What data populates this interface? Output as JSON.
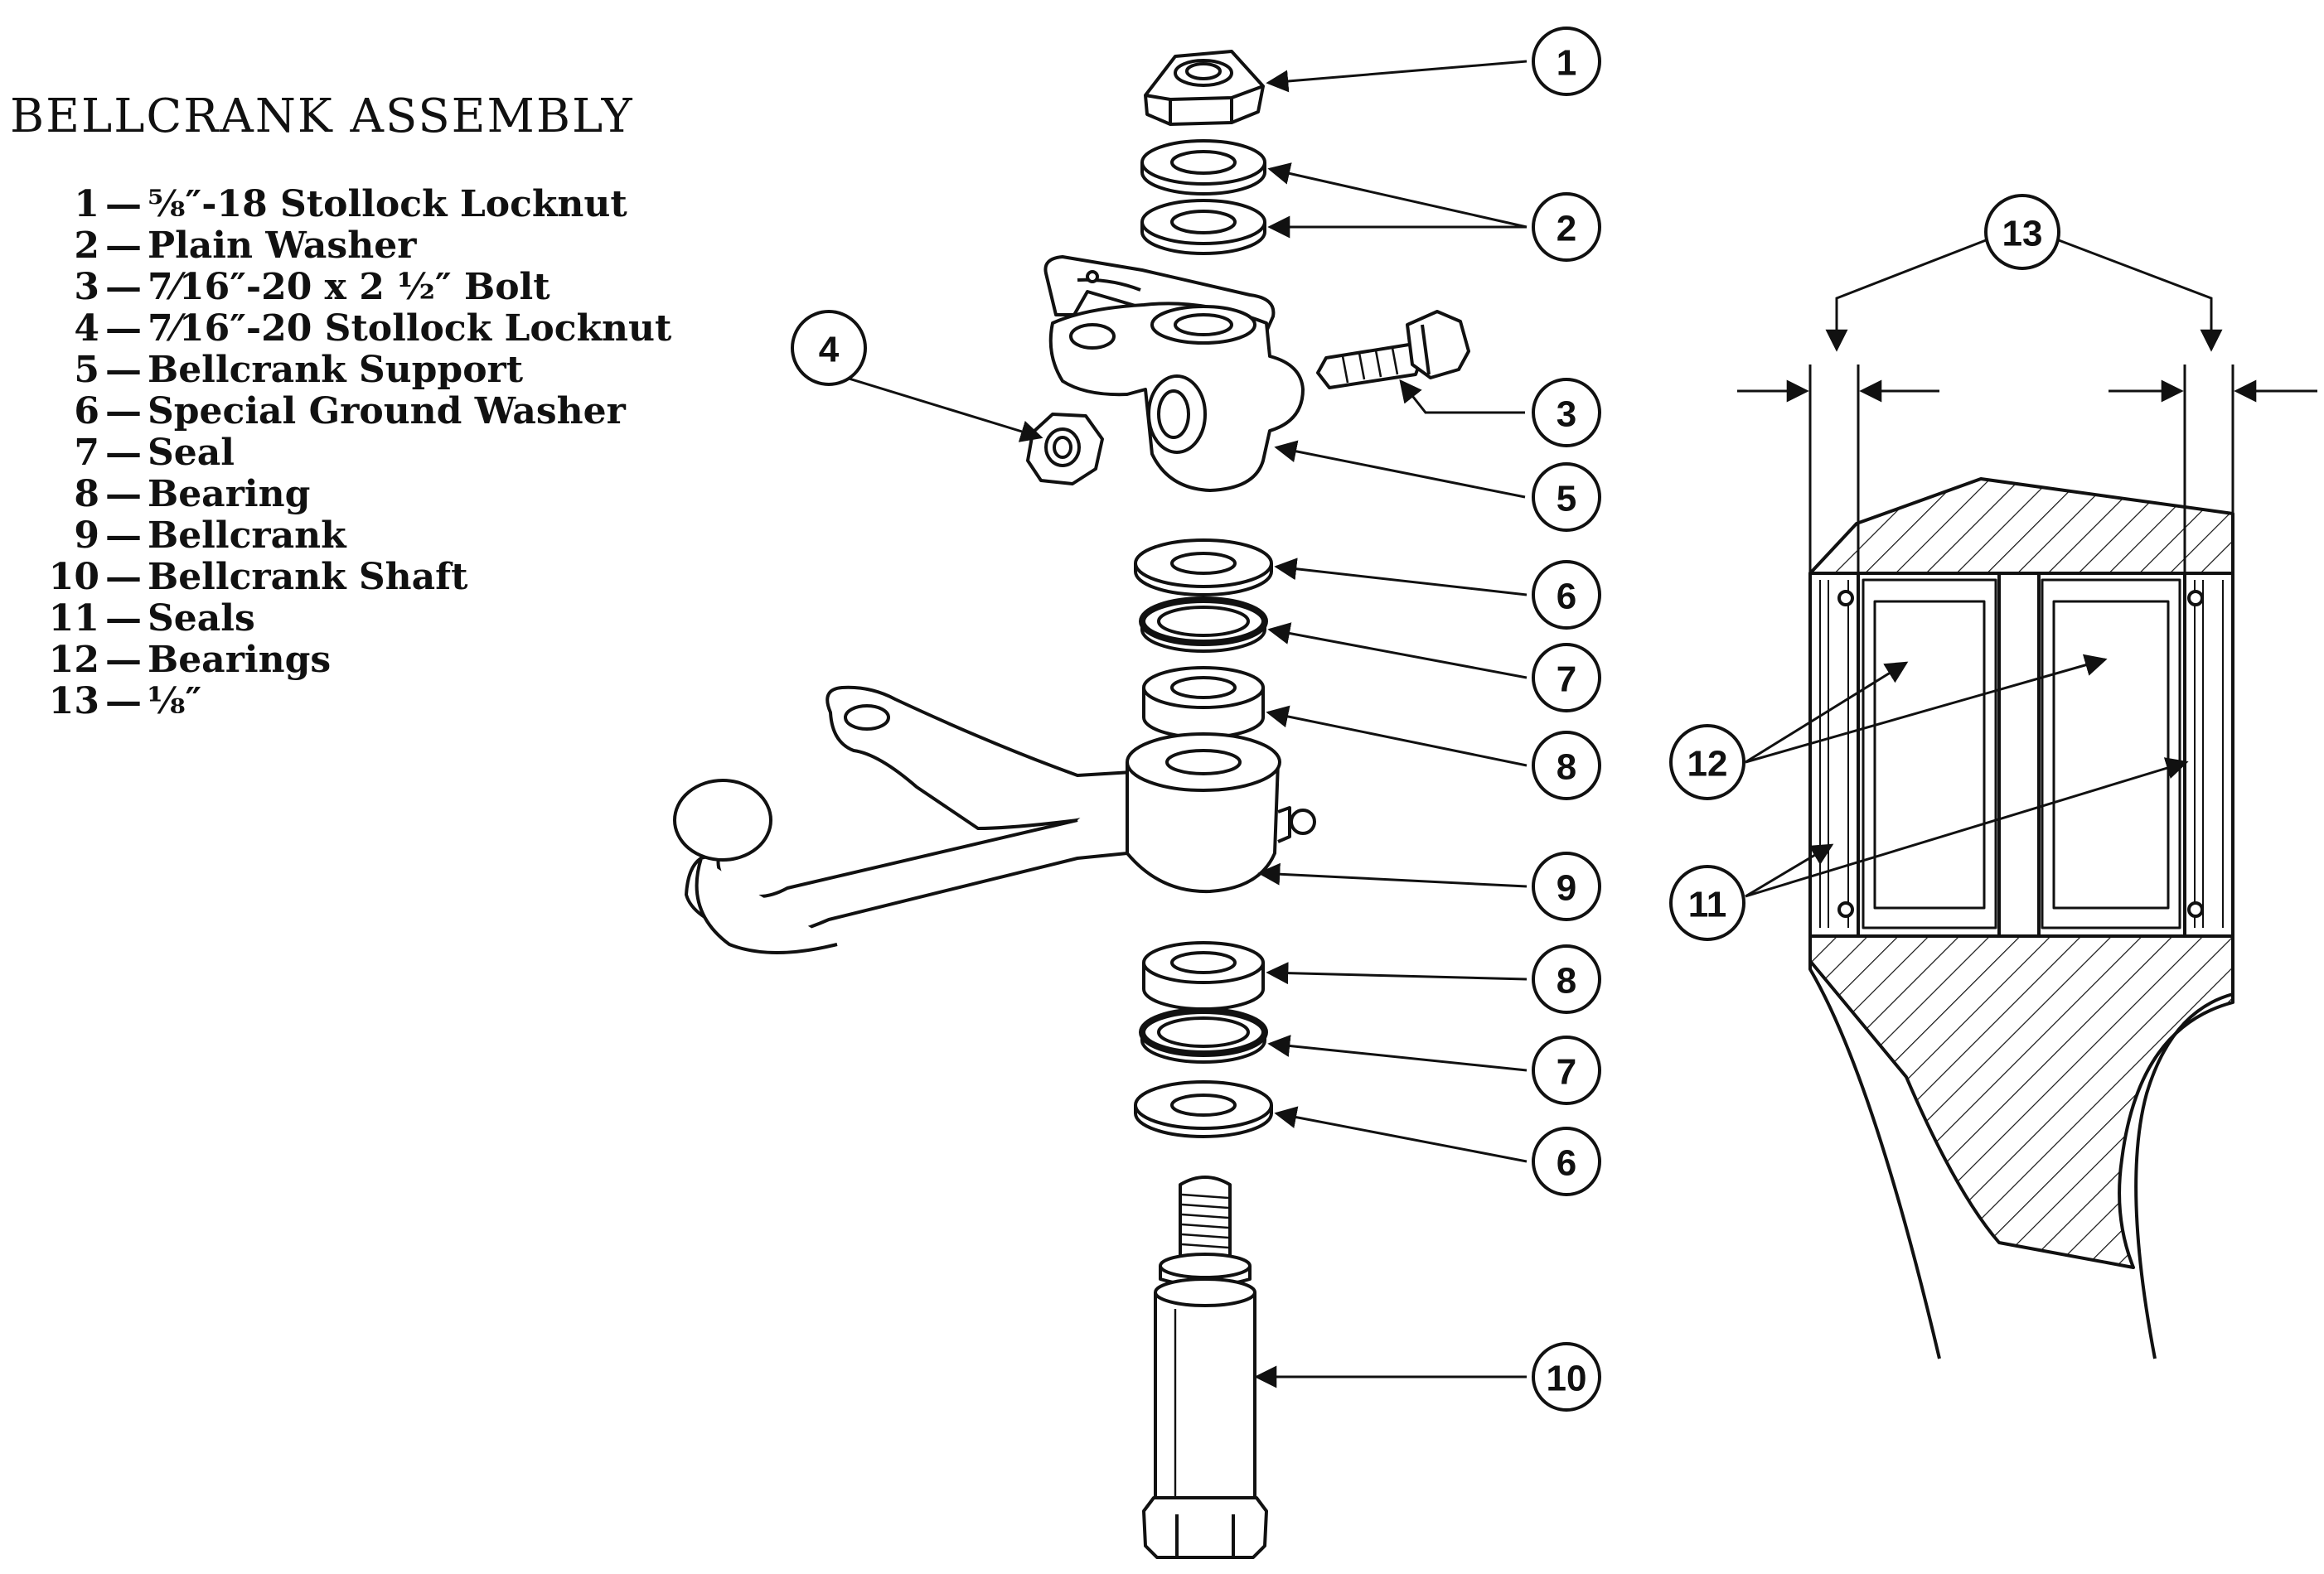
{
  "title": "BELLCRANK ASSEMBLY",
  "parts": [
    {
      "num": "1",
      "text": "⅝″-18 Stollock Locknut"
    },
    {
      "num": "2",
      "text": "Plain Washer"
    },
    {
      "num": "3",
      "text": "7⁄16″-20 x 2 ½″ Bolt"
    },
    {
      "num": "4",
      "text": "7⁄16″-20 Stollock Locknut"
    },
    {
      "num": "5",
      "text": "Bellcrank Support"
    },
    {
      "num": "6",
      "text": "Special Ground Washer"
    },
    {
      "num": "7",
      "text": "Seal"
    },
    {
      "num": "8",
      "text": "Bearing"
    },
    {
      "num": "9",
      "text": "Bellcrank"
    },
    {
      "num": "10",
      "text": "Bellcrank Shaft"
    },
    {
      "num": "11",
      "text": "Seals"
    },
    {
      "num": "12",
      "text": "Bearings"
    },
    {
      "num": "13",
      "text": "⅛″"
    }
  ],
  "dash": "—",
  "callouts": {
    "c1": "1",
    "c2": "2",
    "c3": "3",
    "c4": "4",
    "c5": "5",
    "c6a": "6",
    "c7a": "7",
    "c8a": "8",
    "c9": "9",
    "c8b": "8",
    "c7b": "7",
    "c6b": "6",
    "c10": "10",
    "c11": "11",
    "c12": "12",
    "c13": "13"
  }
}
